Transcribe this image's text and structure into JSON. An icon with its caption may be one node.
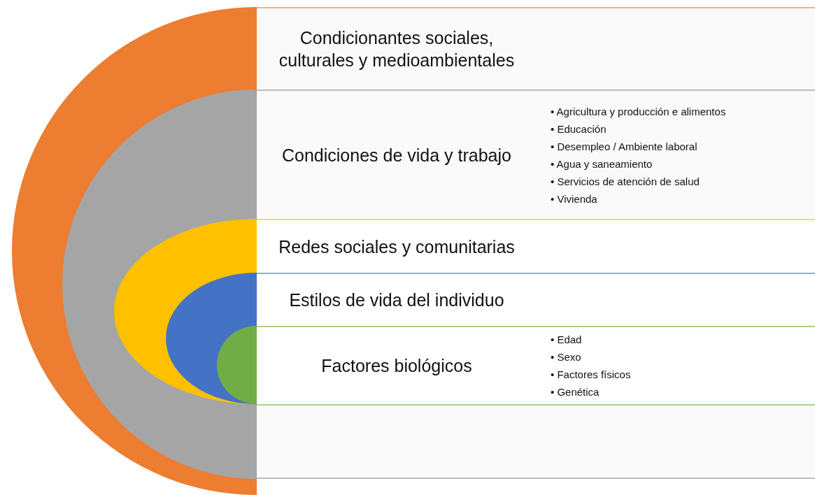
{
  "diagram": {
    "nodes": [
      {
        "text": [
          "Condicionantes sociales, culturales y medioambientales"
        ]
      },
      {
        "text": [
          "Condiciones de vida y trabajo",
          "• Agricultura y producción e alimentos",
          "• Educación",
          "• Desempleo / Ambiente laboral",
          "• Agua y saneamiento",
          "• Servicios de atención de salud",
          "• Vivienda"
        ]
      },
      {
        "text": [
          "Redes sociales y comunitarias"
        ]
      },
      {
        "text": [
          "Estilos de vida del individuo"
        ]
      },
      {
        "text": [
          "Factores biológicos",
          "• Edad",
          "• Sexo",
          "• Factores físicos",
          "• Genética"
        ]
      },
      {
        "text": [],
        "shape": "box"
      }
    ]
  }
}
